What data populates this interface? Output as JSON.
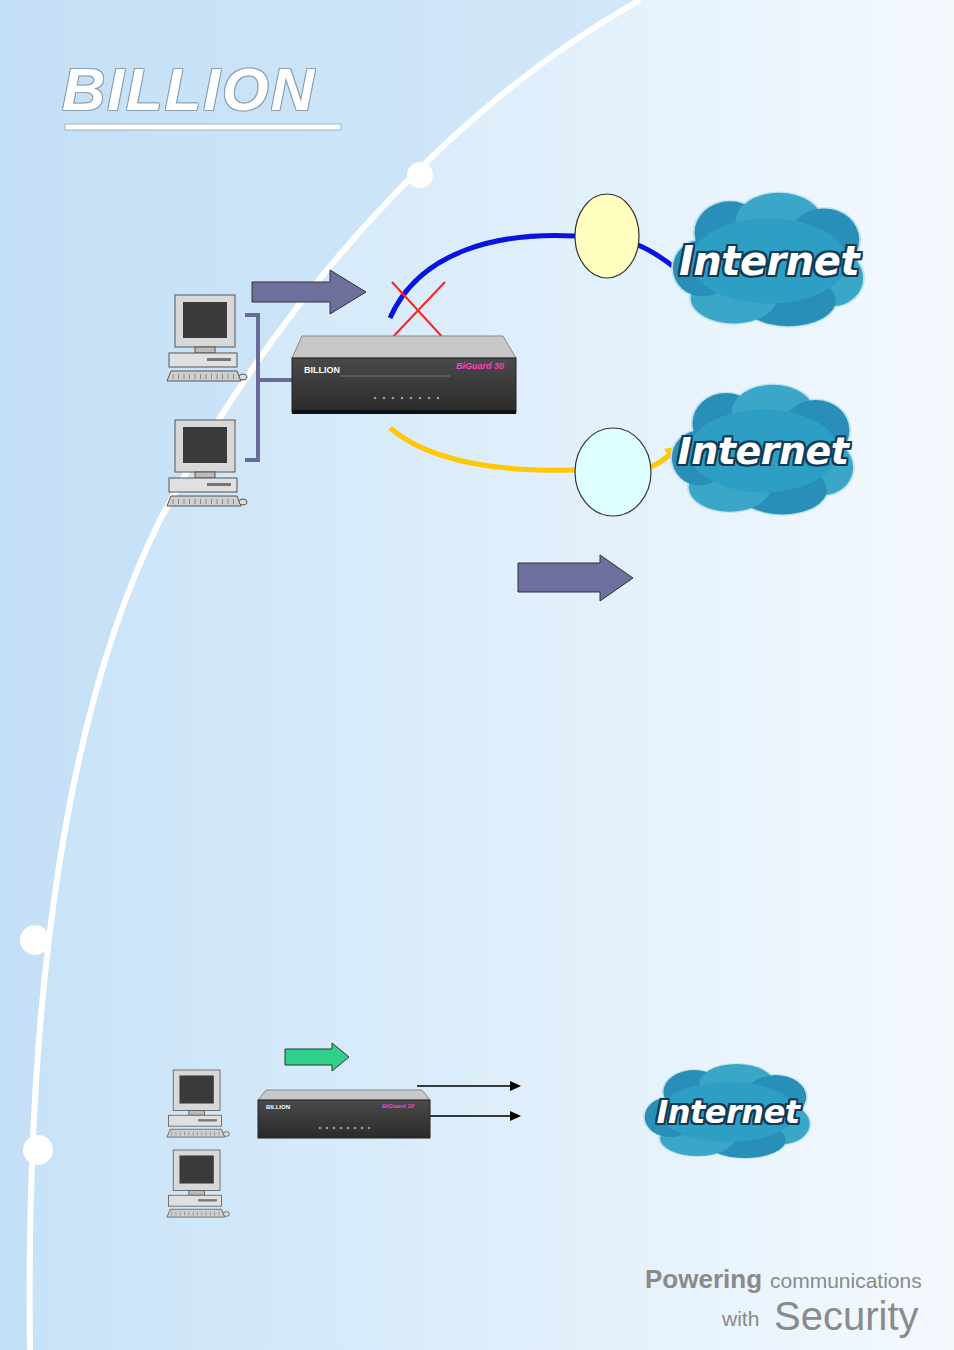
{
  "diagram": {
    "nodes": [
      {
        "text": [
          "Internet"
        ]
      },
      {
        "text": [
          "Internet"
        ]
      },
      {
        "text": [
          "Internet"
        ]
      }
    ],
    "labels": [
      "BILLION",
      "BILLION",
      "BiGuard 30",
      "BILLION",
      "BiGuard 30",
      "Powering",
      "communications",
      "with",
      "Security"
    ]
  }
}
